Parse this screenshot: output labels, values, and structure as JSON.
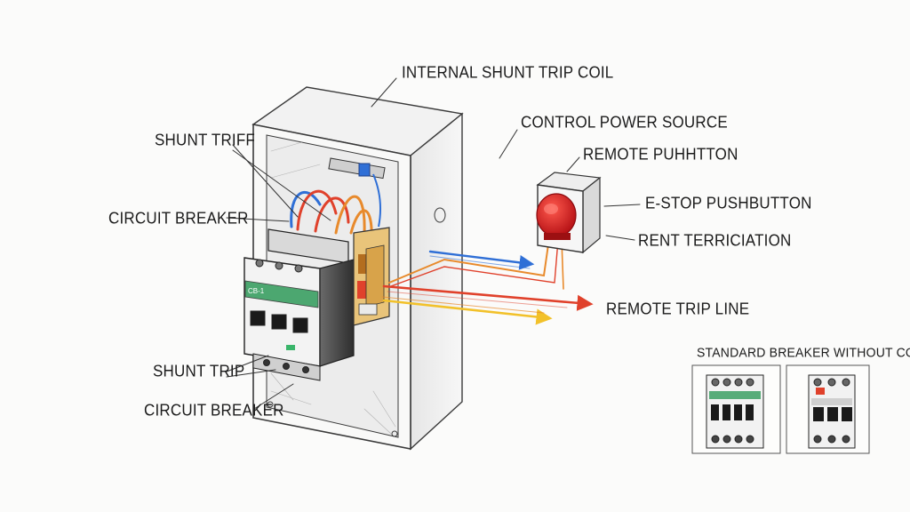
{
  "labels": {
    "internal_coil": "INTERNAL SHUNT TRIP COIL",
    "shunt_trip_top": "SHUNT TRIFF",
    "circuit_breaker_top": "CIRCUIT BREAKER",
    "control_power": "CONTROL POWER SOURCE",
    "remote_pushbutton": "REMOTE PUHHTTON",
    "estop": "E-STOP PUSHBUTTON",
    "rent_termination": "RENT TERRICIATION",
    "remote_trip_line": "REMOTE TRIP LINE",
    "shunt_trip_bottom": "SHUNT TRIP",
    "circuit_breaker_bottom": "CIRCUIT BREAKER",
    "standard_breaker": "STANDARD BREAKER WITHOUT COIL"
  },
  "colors": {
    "wire_red": "#e0412b",
    "wire_blue": "#2f6fd6",
    "wire_orange": "#e88a2c",
    "wire_yellow": "#f2c12a",
    "button_red": "#d8141a",
    "breaker_green": "#2f9a5a",
    "sketch_line": "#3a3a3a"
  },
  "icons": {
    "estop": "red-mushroom-pushbutton-icon",
    "breaker": "circuit-breaker-icon"
  }
}
